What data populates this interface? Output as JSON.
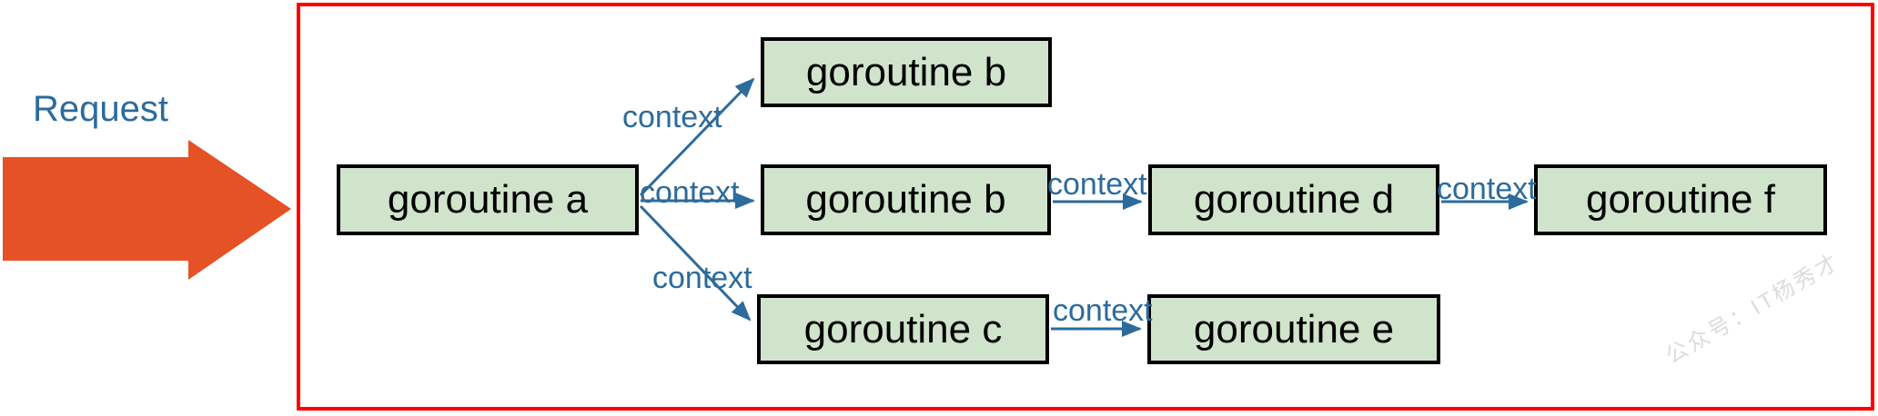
{
  "labels": {
    "request": "Request",
    "watermark": "公众号：IT杨秀才"
  },
  "boxes": [
    {
      "id": "goroutine-a",
      "label": "goroutine a"
    },
    {
      "id": "goroutine-b-top",
      "label": "goroutine b"
    },
    {
      "id": "goroutine-b",
      "label": "goroutine b"
    },
    {
      "id": "goroutine-c",
      "label": "goroutine c"
    },
    {
      "id": "goroutine-d",
      "label": "goroutine d"
    },
    {
      "id": "goroutine-e",
      "label": "goroutine e"
    },
    {
      "id": "goroutine-f",
      "label": "goroutine f"
    }
  ],
  "edges": [
    {
      "from": "goroutine-a",
      "to": "goroutine-b-top",
      "label": "context"
    },
    {
      "from": "goroutine-a",
      "to": "goroutine-b",
      "label": "context"
    },
    {
      "from": "goroutine-a",
      "to": "goroutine-c",
      "label": "context"
    },
    {
      "from": "goroutine-b",
      "to": "goroutine-d",
      "label": "context"
    },
    {
      "from": "goroutine-d",
      "to": "goroutine-f",
      "label": "context"
    },
    {
      "from": "goroutine-c",
      "to": "goroutine-e",
      "label": "context"
    }
  ],
  "colors": {
    "box_fill": "#d0e3cb",
    "box_border": "#000000",
    "edge_blue": "#2c6b9c",
    "request_arrow_orange": "#e55225",
    "frame_red": "#ff0000",
    "watermark_gray": "#dcdcdc"
  }
}
